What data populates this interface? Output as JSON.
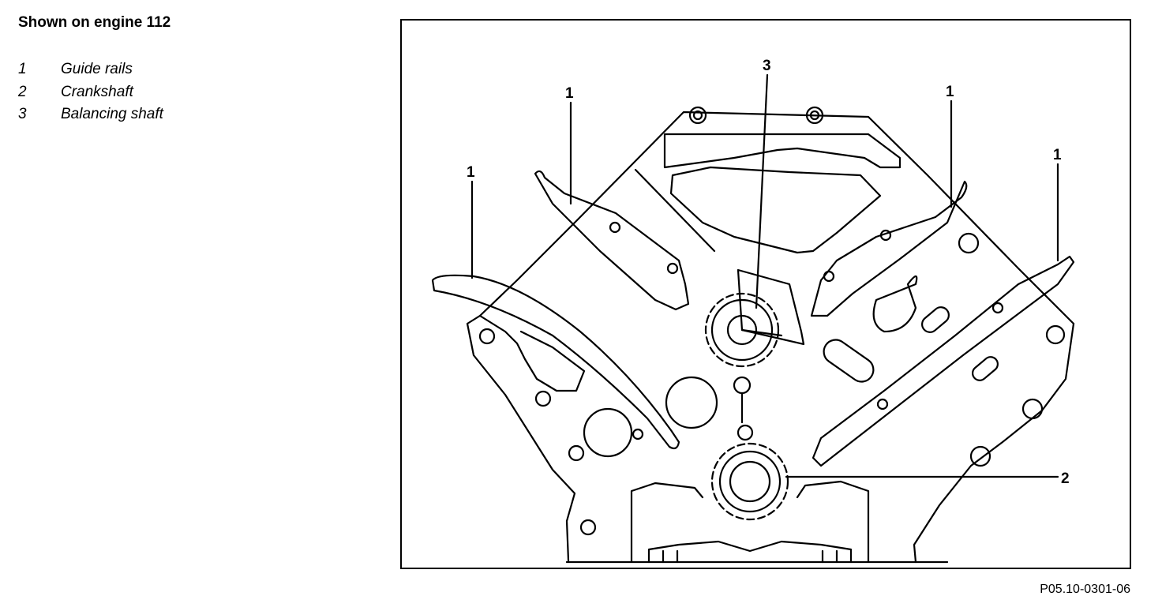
{
  "heading": "Shown on engine 112",
  "legend": [
    {
      "num": "1",
      "label": "Guide rails"
    },
    {
      "num": "2",
      "label": "Crankshaft"
    },
    {
      "num": "3",
      "label": "Balancing shaft"
    }
  ],
  "callouts": {
    "guide_rail_a": "1",
    "guide_rail_b": "1",
    "guide_rail_c": "1",
    "guide_rail_d": "1",
    "crankshaft": "2",
    "balancing_shaft": "3"
  },
  "figure_ref": "P05.10-0301-06"
}
